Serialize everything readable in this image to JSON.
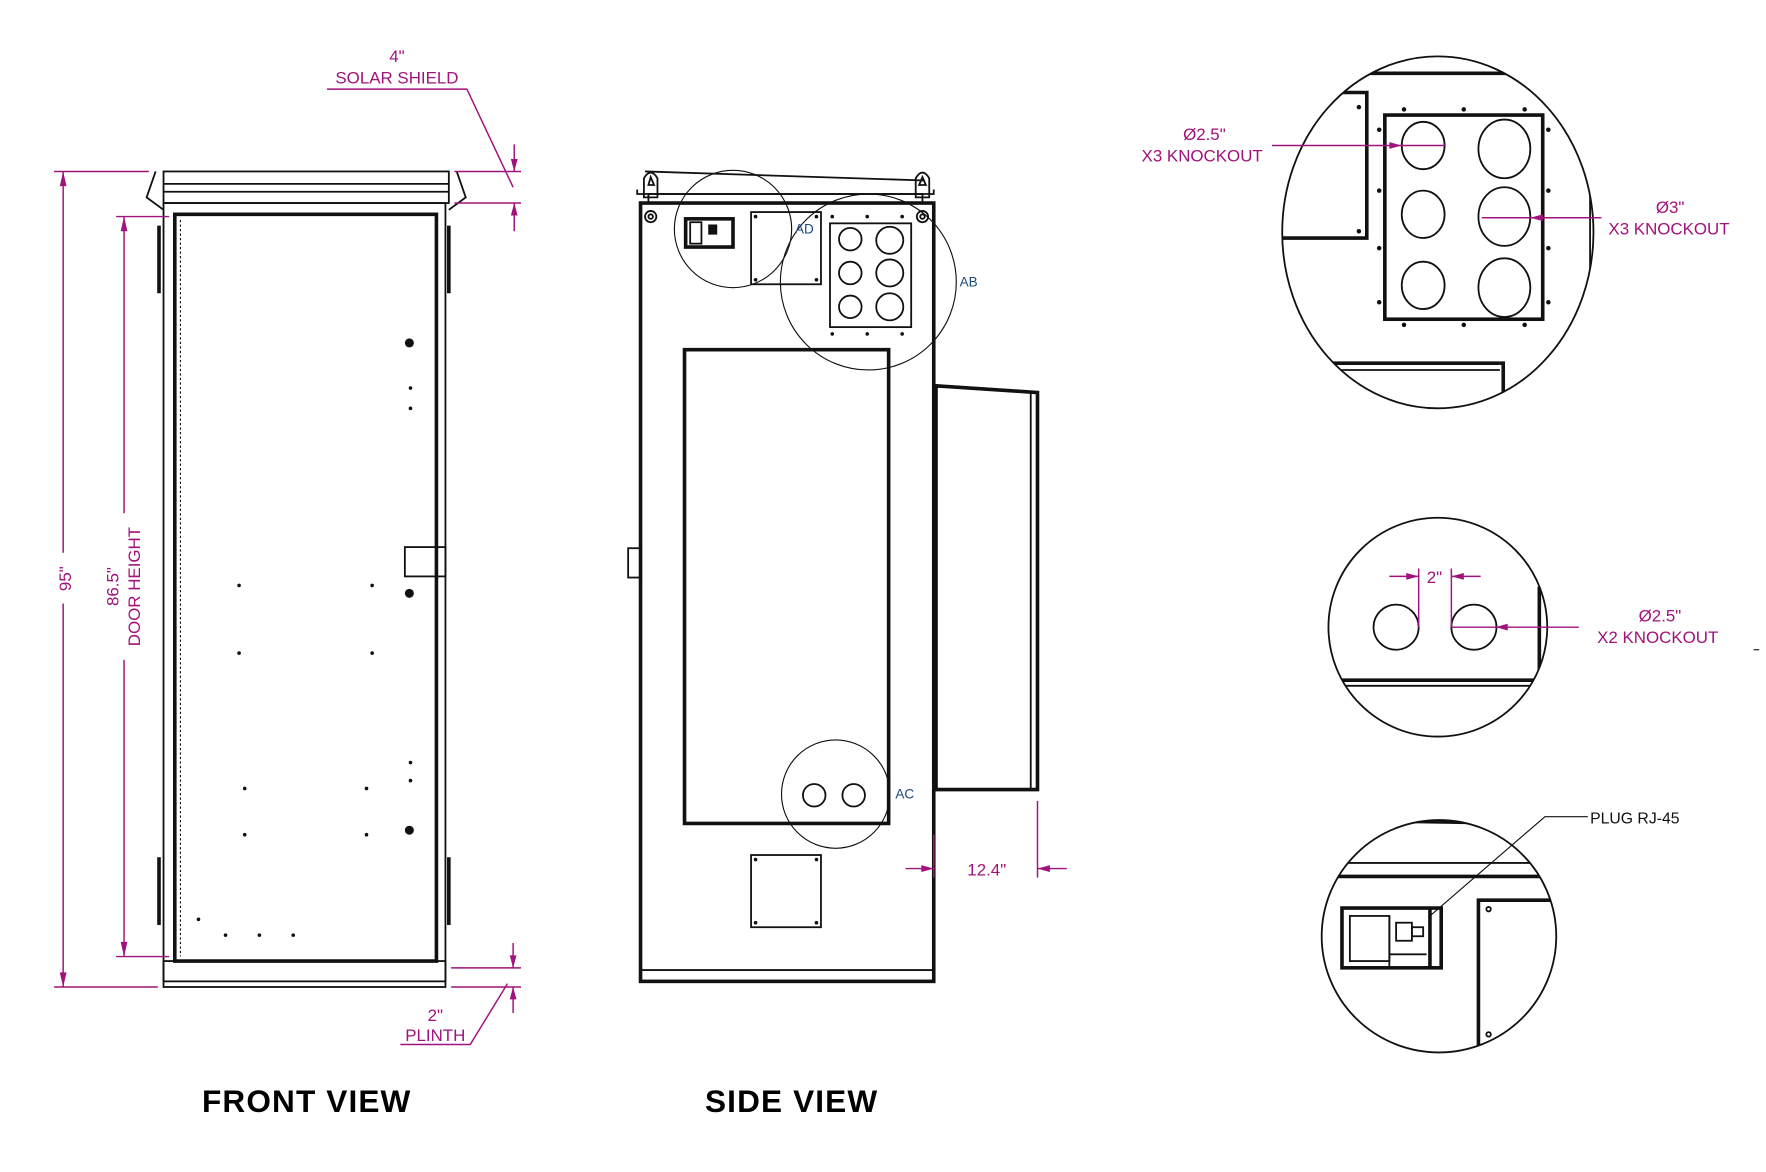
{
  "front_view": {
    "title": "FRONT VIEW",
    "overall_height": "95\"",
    "door_height_value": "86.5\"",
    "door_height_label": "DOOR HEIGHT",
    "solar_shield_value": "4\"",
    "solar_shield_label": "SOLAR SHIELD",
    "plinth_value": "2\"",
    "plinth_label": "PLINTH"
  },
  "side_view": {
    "title": "SIDE VIEW",
    "detail_labels": [
      "AD",
      "AB",
      "AC"
    ],
    "door_depth": "12.4\""
  },
  "detail_ab": {
    "small_knockout_dia": "Ø2.5\"",
    "small_knockout_qty": "X3 KNOCKOUT",
    "large_knockout_dia": "Ø3\"",
    "large_knockout_qty": "X3 KNOCKOUT"
  },
  "detail_ac": {
    "spacing": "2\"",
    "knockout_dia": "Ø2.5\"",
    "knockout_qty": "X2 KNOCKOUT"
  },
  "detail_ad": {
    "callout": "PLUG RJ-45"
  },
  "colors": {
    "dimension": "#a0127c",
    "line": "#111111"
  }
}
